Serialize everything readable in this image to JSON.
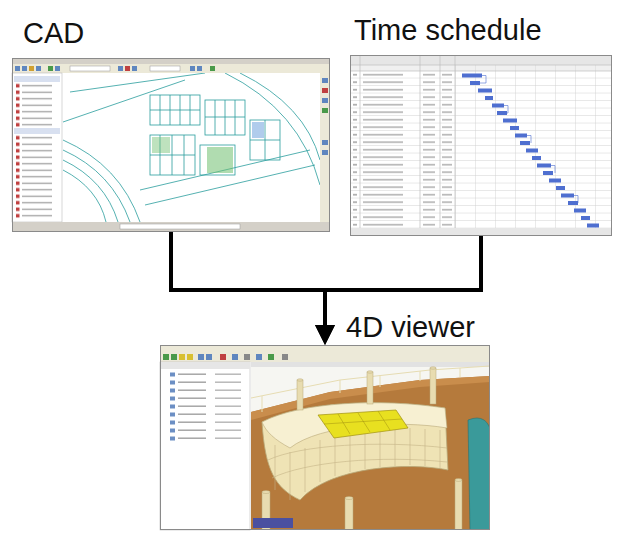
{
  "diagram": {
    "nodes": [
      {
        "text": [
          "CAD"
        ]
      },
      {
        "text": [
          "Time schedule"
        ]
      },
      {
        "text": [
          "4D viewer"
        ]
      }
    ],
    "edges": [
      {
        "from": 0,
        "to": 2,
        "arrow": "to"
      },
      {
        "from": 1,
        "to": 2,
        "arrow": "to"
      }
    ]
  }
}
